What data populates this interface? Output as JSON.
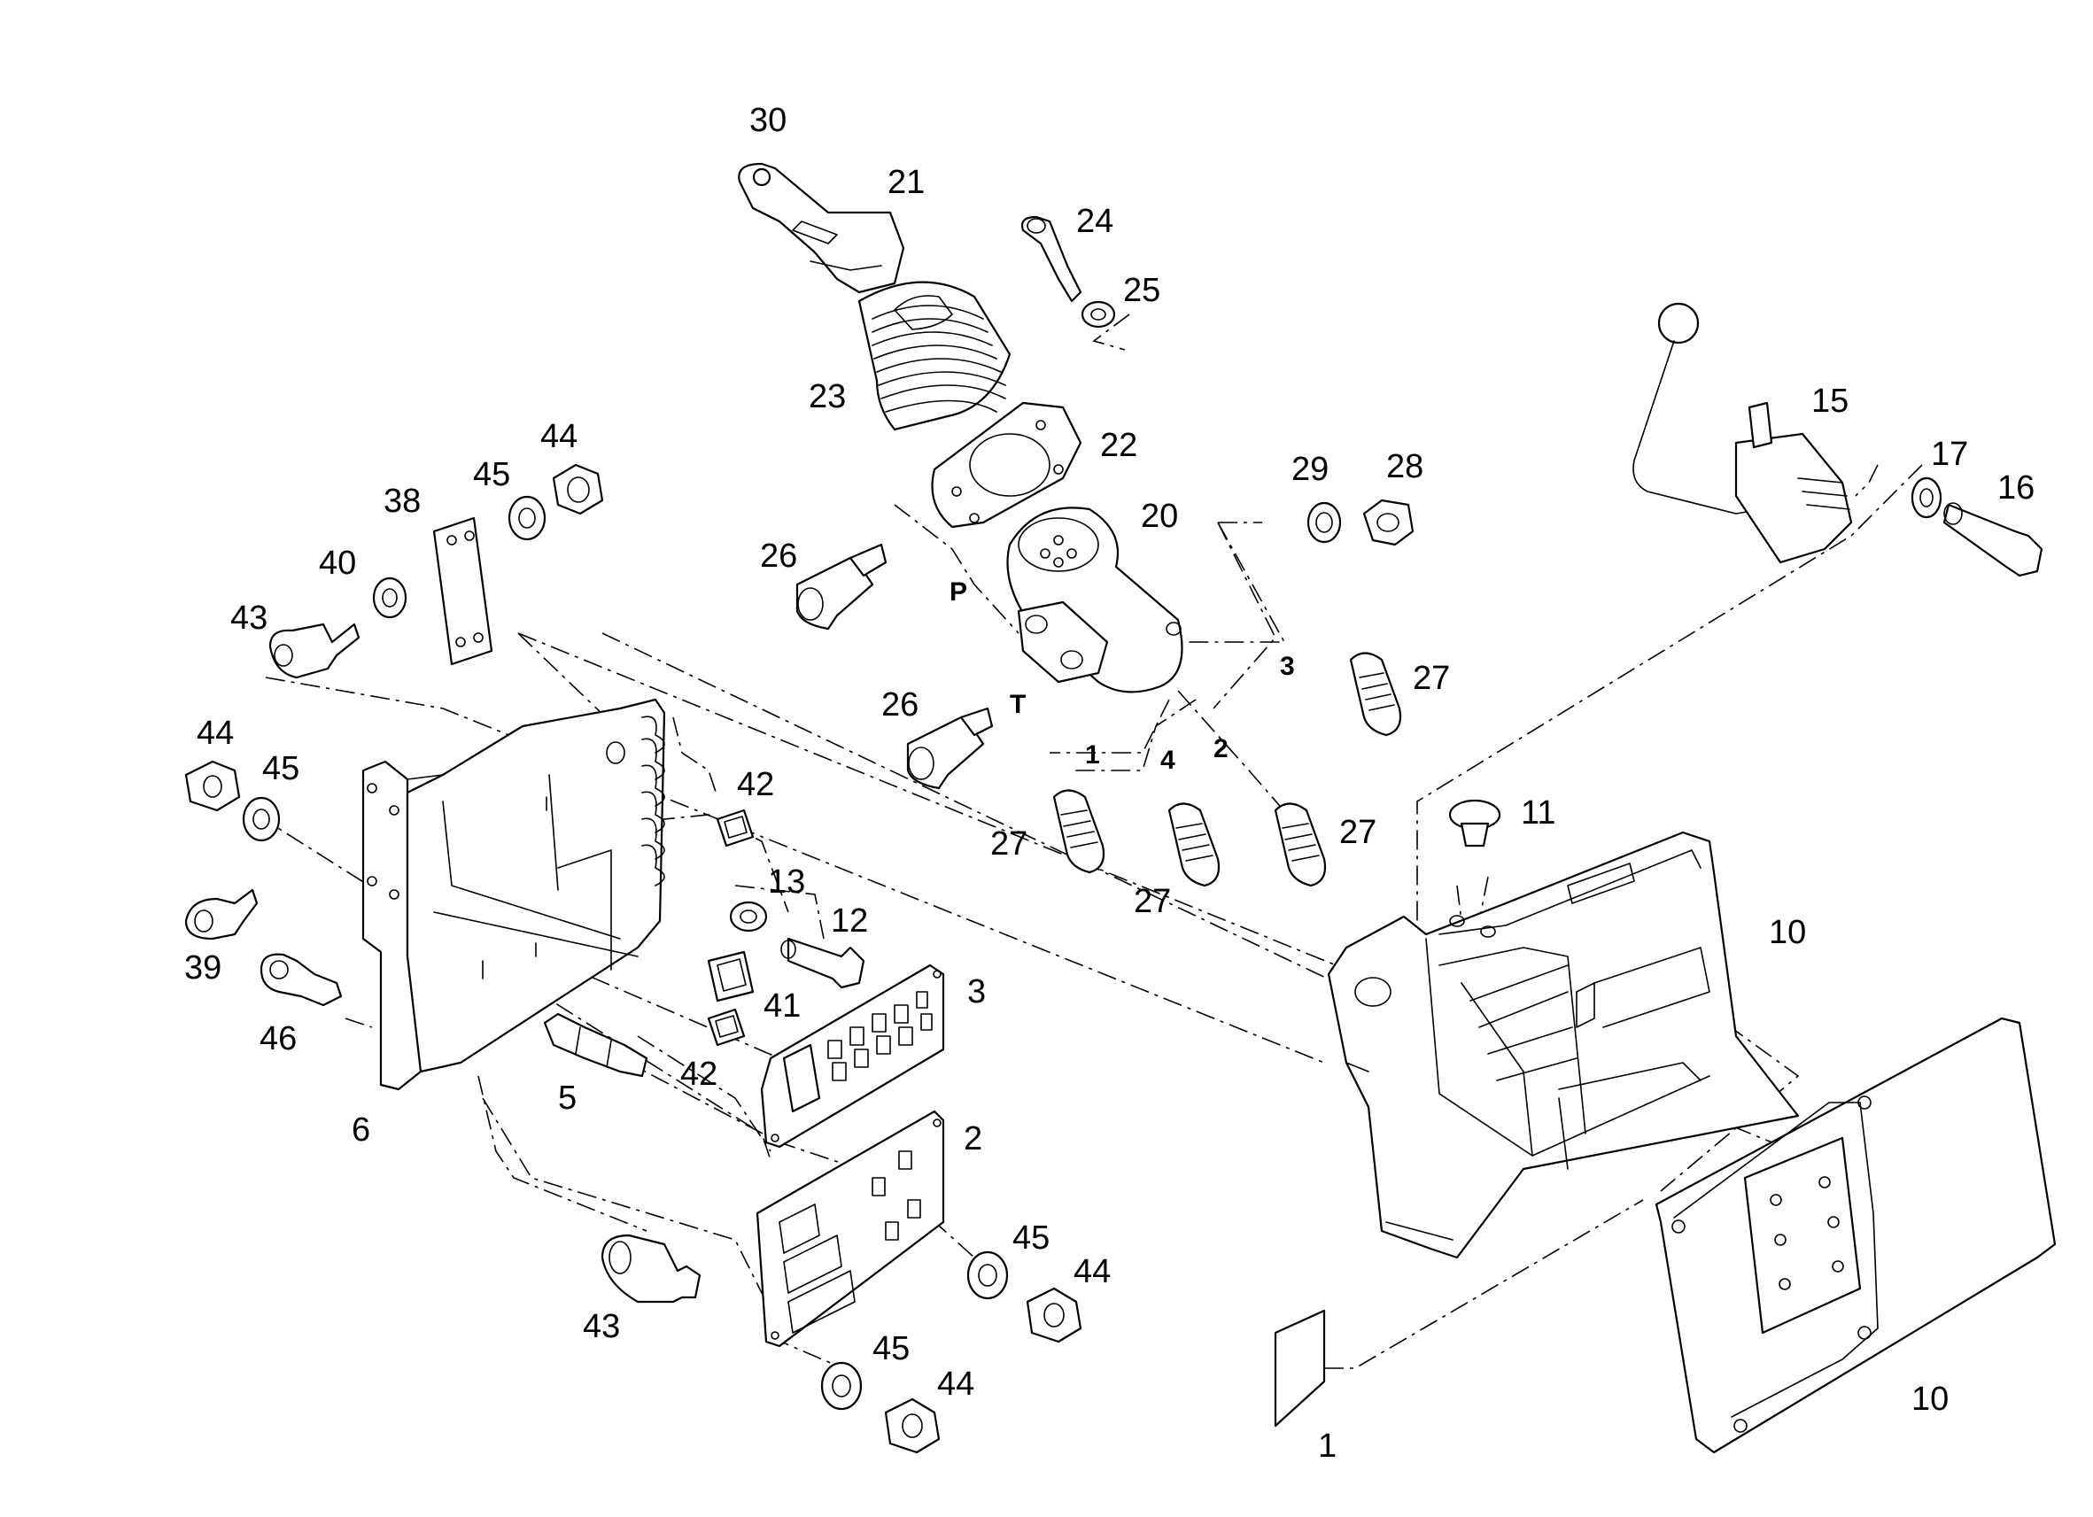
{
  "colors": {
    "line": "#000000",
    "background": "#ffffff"
  },
  "part_numbers": {
    "p30": "30",
    "p21": "21",
    "p24": "24",
    "p25": "25",
    "p23": "23",
    "p22": "22",
    "p29": "29",
    "p28": "28",
    "p20": "20",
    "p26a": "26",
    "p26b": "26",
    "p27a": "27",
    "p27b": "27",
    "p27c": "27",
    "p27d": "27",
    "p15": "15",
    "p17": "17",
    "p16": "16",
    "p11": "11",
    "p10a": "10",
    "p10b": "10",
    "p1": "1",
    "p44a": "44",
    "p45a": "45",
    "p38": "38",
    "p40": "40",
    "p43a": "43",
    "p44b": "44",
    "p45b": "45",
    "p39": "39",
    "p46": "46",
    "p6": "6",
    "p42a": "42",
    "p13": "13",
    "p12": "12",
    "p41": "41",
    "p42b": "42",
    "p3": "3",
    "p5": "5",
    "p2": "2",
    "p45c": "45",
    "p44c": "44",
    "p43b": "43",
    "p45d": "45",
    "p44d": "44"
  },
  "port_labels": {
    "P": "P",
    "T": "T",
    "one": "1",
    "two": "2",
    "three": "3",
    "four": "4"
  }
}
